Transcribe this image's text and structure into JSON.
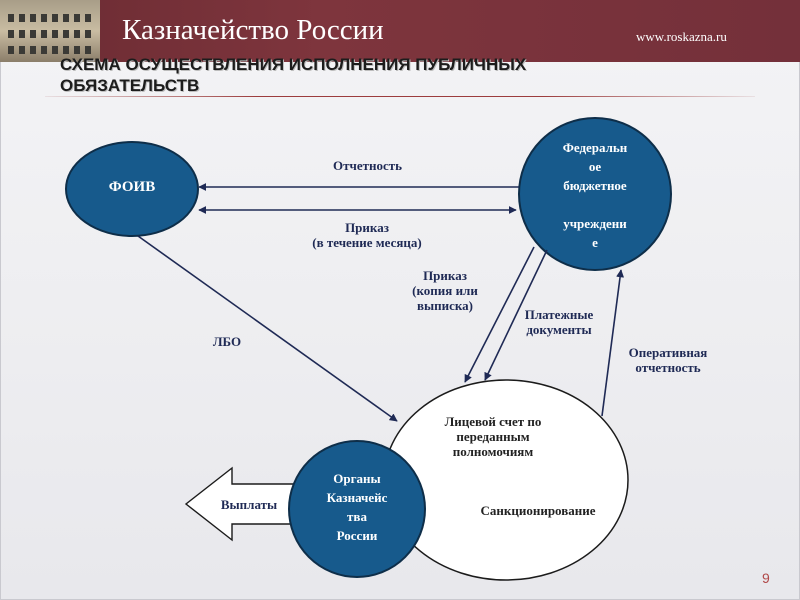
{
  "header": {
    "title": "Казначейство России",
    "url": "www.roskazna.ru"
  },
  "slide": {
    "title_line1": "СХЕМА ОСУЩЕСТВЛЕНИЯ ИСПОЛНЕНИЯ ПУБЛИЧНЫХ",
    "title_line2": "ОБЯЗАТЕЛЬСТВ",
    "page_number": "9"
  },
  "nodes": {
    "foiv": "ФОИВ",
    "fbu": [
      "Федеральн",
      "ое",
      "бюджетное",
      "",
      "учреждени",
      "е"
    ],
    "treasury": [
      "Органы",
      "Казначейс",
      "тва",
      "России"
    ],
    "account_ellipse": {
      "line1": "Лицевой счет по",
      "line2": "переданным",
      "line3": "полномочиям",
      "sanction": "Санкционирование"
    }
  },
  "edges": {
    "reporting": "Отчетность",
    "order": [
      "Приказ",
      "(в течение месяца)"
    ],
    "order_copy": [
      "Приказ",
      "(копия или",
      "выписка)"
    ],
    "payment_docs": [
      "Платежные",
      "документы"
    ],
    "operative_reporting": [
      "Оперативная",
      "отчетность"
    ],
    "lbo": "ЛБО",
    "payments": "Выплаты"
  },
  "colors": {
    "node_fill": "#175a8c",
    "node_border": "#0e2e49",
    "arrow": "#1f2a55",
    "header": "#74303a"
  }
}
